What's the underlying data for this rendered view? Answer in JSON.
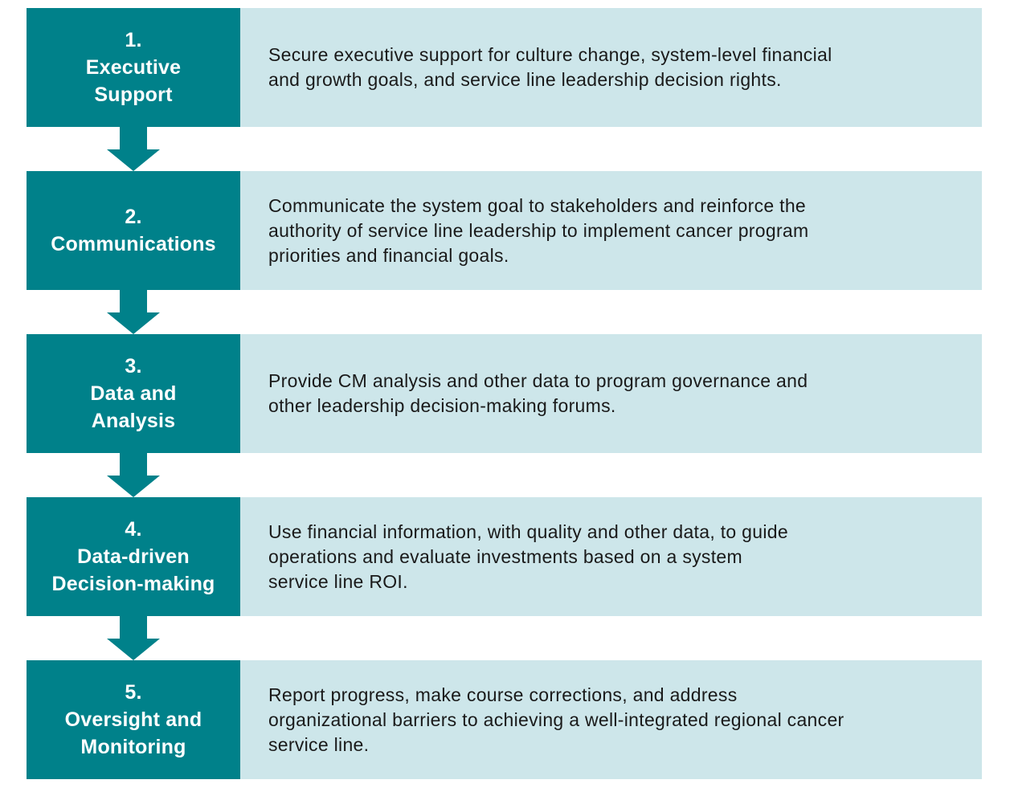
{
  "colors": {
    "step_fill": "#00818a",
    "desc_fill": "#cde6ea",
    "arrow_fill": "#00818a"
  },
  "steps": [
    {
      "number": "1.",
      "title_lines": [
        "Executive",
        "Support"
      ],
      "description": "Secure executive support for culture change, system-level financial\nand growth goals, and service line leadership decision rights."
    },
    {
      "number": "2.",
      "title_lines": [
        "Communications"
      ],
      "description": "Communicate the system goal to stakeholders and reinforce the\nauthority of service line leadership to implement cancer program\npriorities and financial goals."
    },
    {
      "number": "3.",
      "title_lines": [
        "Data and",
        "Analysis"
      ],
      "description": "Provide CM analysis and other data to program governance and\nother leadership decision-making forums."
    },
    {
      "number": "4.",
      "title_lines": [
        "Data-driven",
        "Decision-making"
      ],
      "description": "Use financial information, with quality and other data, to guide\noperations and evaluate investments based on a system\nservice line ROI."
    },
    {
      "number": "5.",
      "title_lines": [
        "Oversight and",
        "Monitoring"
      ],
      "description": "Report progress, make course corrections, and address\norganizational barriers to achieving a well-integrated regional cancer\nservice line."
    }
  ]
}
